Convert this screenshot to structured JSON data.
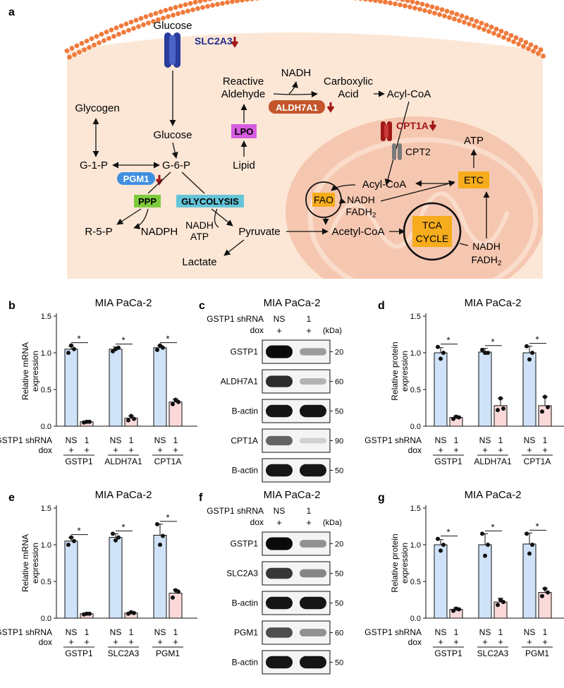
{
  "panel_labels": {
    "a": "a",
    "b": "b",
    "c": "c",
    "d": "d",
    "e": "e",
    "f": "f",
    "g": "g"
  },
  "diagram": {
    "glucose_top": "Glucose",
    "slc2a3": "SLC2A3",
    "glycogen": "Glycogen",
    "glucose_mid": "Glucose",
    "g1p": "G-1-P",
    "g6p": "G-6-P",
    "pgm1": "PGM1",
    "ppp": "PPP",
    "glycolysis": "GLYCOLYSIS",
    "r5p": "R-5-P",
    "nadph": "NADPH",
    "nadh_atp_1": "NADH",
    "nadh_atp_2": "ATP",
    "pyruvate": "Pyruvate",
    "lactate": "Lactate",
    "reactive_aldehyde_1": "Reactive",
    "reactive_aldehyde_2": "Aldehyde",
    "nadh_top": "NADH",
    "carboxylic_1": "Carboxylic",
    "carboxylic_2": "Acid",
    "acyl_coa_top": "Acyl-CoA",
    "aldh7a1": "ALDH7A1",
    "lpo": "LPO",
    "lipid": "Lipid",
    "cpt1a": "CPT1A",
    "cpt2": "CPT2",
    "atp": "ATP",
    "etc": "ETC",
    "acyl_coa_mito": "Acyl-CoA",
    "fao": "FAO",
    "nadh_fadh_1a": "NADH",
    "nadh_fadh_1b": "FADH",
    "acetyl_coa": "Acetyl-CoA",
    "tca_1": "TCA",
    "tca_2": "CYCLE",
    "nadh_fadh_2a": "NADH",
    "nadh_fadh_2b": "FADH",
    "sub2": "2"
  },
  "colors": {
    "membrane": "#F07A3C",
    "cytoplasm": "#FCE7D6",
    "mito": "#F6C7B0",
    "slc2a3_text": "#1F2A8A",
    "down_arrow": "#A01818",
    "aldh7a1_fill": "#C4562B",
    "lpo_fill": "#D65CE0",
    "pgm1_fill": "#3F8FE0",
    "ppp_fill": "#7DCB3D",
    "glycolysis_fill": "#66C4D8",
    "orange_box": "#F6AC1C",
    "cpt1a": "#A01818",
    "ns_bar": "#CFE2F7",
    "kd_bar": "#FBD9D9"
  },
  "blot_text": {
    "title": "MIA PaCa-2",
    "shrna": "GSTP1 shRNA",
    "dox": "dox",
    "ns": "NS",
    "one": "1",
    "plus": "+",
    "kda": "(kDa)"
  },
  "blot_c": {
    "rows": [
      {
        "label": "GSTP1",
        "kda": "20",
        "intensity": [
          1.0,
          0.35
        ]
      },
      {
        "label": "ALDH7A1",
        "kda": "60",
        "intensity": [
          0.85,
          0.25
        ]
      },
      {
        "label": "B-actin",
        "kda": "50",
        "intensity": [
          0.95,
          0.95
        ]
      },
      {
        "label": "CPT1A",
        "kda": "90",
        "intensity": [
          0.6,
          0.12
        ]
      },
      {
        "label": "B-actin",
        "kda": "50",
        "intensity": [
          0.95,
          0.95
        ]
      }
    ]
  },
  "blot_f": {
    "rows": [
      {
        "label": "GSTP1",
        "kda": "20",
        "intensity": [
          1.0,
          0.4
        ]
      },
      {
        "label": "SLC2A3",
        "kda": "50",
        "intensity": [
          0.8,
          0.45
        ]
      },
      {
        "label": "B-actin",
        "kda": "50",
        "intensity": [
          0.95,
          0.95
        ]
      },
      {
        "label": "PGM1",
        "kda": "60",
        "intensity": [
          0.7,
          0.4
        ]
      },
      {
        "label": "B-actin",
        "kda": "50",
        "intensity": [
          0.95,
          0.95
        ]
      }
    ]
  },
  "chart_data": [
    {
      "id": "b",
      "type": "bar",
      "title": "MIA PaCa-2",
      "ylabel": "Relative mRNA expression",
      "ylim": [
        0,
        1.5
      ],
      "yticks": [
        "0.0",
        "0.5",
        "1.0",
        "1.5"
      ],
      "groups": [
        "GSTP1",
        "ALDH7A1",
        "CPT1A"
      ],
      "row_label_shrna": "GSTP1 shRNA",
      "row_label_dox": "dox",
      "conditions": [
        "NS",
        "1"
      ],
      "dox_marks": [
        "+",
        "+"
      ],
      "star": "*",
      "values": [
        [
          1.05,
          0.06
        ],
        [
          1.05,
          0.11
        ],
        [
          1.07,
          0.33
        ]
      ],
      "errors": [
        [
          0.04,
          0.01
        ],
        [
          0.03,
          0.03
        ],
        [
          0.03,
          0.04
        ]
      ],
      "points": [
        [
          [
            1.0,
            1.1,
            1.05
          ],
          [
            0.05,
            0.06,
            0.06
          ]
        ],
        [
          [
            1.02,
            1.05,
            1.07
          ],
          [
            0.08,
            0.14,
            0.1
          ]
        ],
        [
          [
            1.04,
            1.1,
            1.07
          ],
          [
            0.3,
            0.36,
            0.33
          ]
        ]
      ]
    },
    {
      "id": "d",
      "type": "bar",
      "title": "MIA PaCa-2",
      "ylabel": "Relative protein expression",
      "ylim": [
        0,
        1.5
      ],
      "yticks": [
        "0.0",
        "0.5",
        "1.0",
        "1.5"
      ],
      "groups": [
        "GSTP1",
        "ALDH7A1",
        "CPT1A"
      ],
      "row_label_shrna": "GSTP1 shRNA",
      "row_label_dox": "dox",
      "conditions": [
        "NS",
        "1"
      ],
      "dox_marks": [
        "+",
        "+"
      ],
      "star": "*",
      "values": [
        [
          1.0,
          0.12
        ],
        [
          1.01,
          0.28
        ],
        [
          1.0,
          0.28
        ]
      ],
      "errors": [
        [
          0.07,
          0.02
        ],
        [
          0.05,
          0.1
        ],
        [
          0.09,
          0.12
        ]
      ],
      "points": [
        [
          [
            1.08,
            0.92,
            1.0
          ],
          [
            0.1,
            0.13,
            0.12
          ]
        ],
        [
          [
            1.04,
            1.0,
            1.0
          ],
          [
            0.22,
            0.38,
            0.24
          ]
        ],
        [
          [
            1.09,
            0.91,
            1.0
          ],
          [
            0.2,
            0.4,
            0.26
          ]
        ]
      ]
    },
    {
      "id": "e",
      "type": "bar",
      "title": "MIA PaCa-2",
      "ylabel": "Relative mRNA expression",
      "ylim": [
        0,
        1.5
      ],
      "yticks": [
        "0.0",
        "0.5",
        "1.0",
        "1.5"
      ],
      "groups": [
        "GSTP1",
        "SLC2A3",
        "PGM1"
      ],
      "row_label_shrna": "GSTP1 shRNA",
      "row_label_dox": "dox",
      "conditions": [
        "NS",
        "1"
      ],
      "dox_marks": [
        "+",
        "+"
      ],
      "star": "*",
      "values": [
        [
          1.05,
          0.06
        ],
        [
          1.1,
          0.07
        ],
        [
          1.13,
          0.34
        ]
      ],
      "errors": [
        [
          0.05,
          0.01
        ],
        [
          0.05,
          0.01
        ],
        [
          0.15,
          0.05
        ]
      ],
      "points": [
        [
          [
            1.0,
            1.1,
            1.05
          ],
          [
            0.05,
            0.06,
            0.06
          ]
        ],
        [
          [
            1.15,
            1.06,
            1.1
          ],
          [
            0.06,
            0.08,
            0.07
          ]
        ],
        [
          [
            1.28,
            1.0,
            1.12
          ],
          [
            0.28,
            0.38,
            0.36
          ]
        ]
      ]
    },
    {
      "id": "g",
      "type": "bar",
      "title": "MIA PaCa-2",
      "ylabel": "Relative protein expression",
      "ylim": [
        0,
        1.5
      ],
      "yticks": [
        "0.0",
        "0.5",
        "1.0",
        "1.5"
      ],
      "groups": [
        "GSTP1",
        "SLC2A3",
        "PGM1"
      ],
      "row_label_shrna": "GSTP1 shRNA",
      "row_label_dox": "dox",
      "conditions": [
        "NS",
        "1"
      ],
      "dox_marks": [
        "+",
        "+"
      ],
      "star": "*",
      "values": [
        [
          1.0,
          0.12
        ],
        [
          1.0,
          0.22
        ],
        [
          1.01,
          0.35
        ]
      ],
      "errors": [
        [
          0.07,
          0.02
        ],
        [
          0.15,
          0.05
        ],
        [
          0.15,
          0.06
        ]
      ],
      "points": [
        [
          [
            1.08,
            0.92,
            1.0
          ],
          [
            0.1,
            0.13,
            0.12
          ]
        ],
        [
          [
            1.15,
            0.85,
            1.0
          ],
          [
            0.18,
            0.25,
            0.22
          ]
        ],
        [
          [
            1.15,
            0.88,
            1.0
          ],
          [
            0.3,
            0.4,
            0.35
          ]
        ]
      ]
    }
  ]
}
